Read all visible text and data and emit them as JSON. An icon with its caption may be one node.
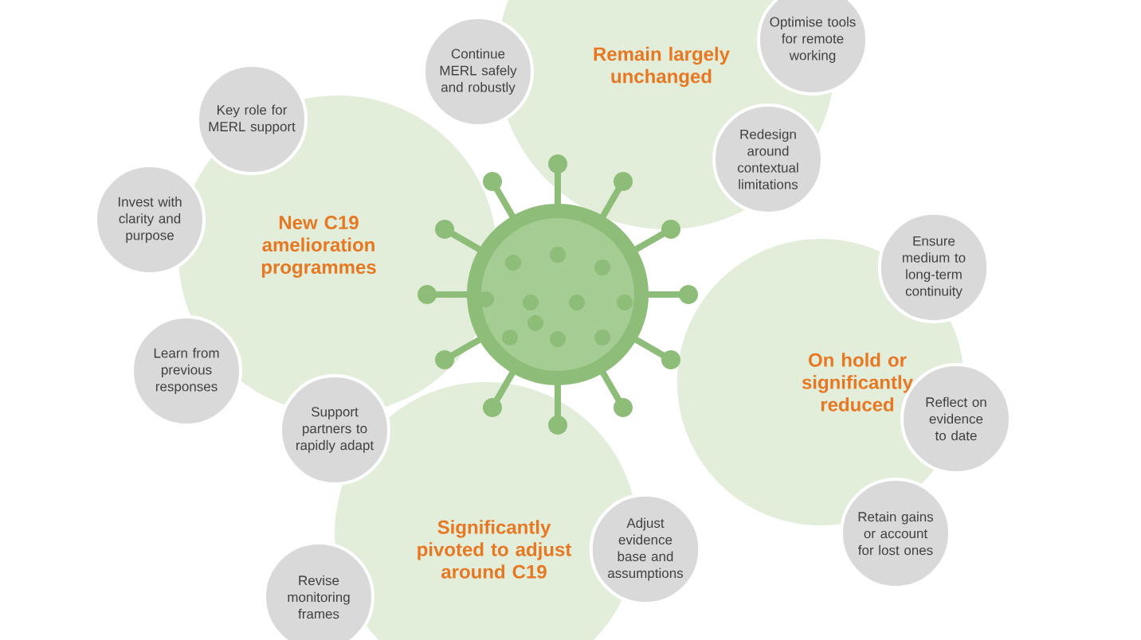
{
  "diagram": {
    "nodes": [
      {
        "text": [
          "Remain largely unchanged"
        ]
      },
      {
        "text": [
          "Continue MERL safely and robustly"
        ]
      },
      {
        "text": [
          "Optimise tools for remote working"
        ]
      },
      {
        "text": [
          "Key role for MERL support"
        ]
      },
      {
        "text": [
          "Redesign around contextual limitations"
        ]
      },
      {
        "text": [
          "Invest with clarity and purpose"
        ]
      },
      {
        "text": [
          "New C19 amelioration programmes"
        ]
      },
      {
        "text": [
          "Ensure medium to long-term continuity"
        ]
      },
      {
        "text": [
          "Learn from previous responses"
        ]
      },
      {
        "text": [
          "On hold or significantly reduced"
        ]
      },
      {
        "text": [
          "Reflect on evidence to date"
        ]
      },
      {
        "text": [
          "Support partners to rapidly adapt"
        ]
      },
      {
        "text": [
          "Significantly pivoted to adjust around C19"
        ]
      },
      {
        "text": [
          "Adjust evidence base and assumptions"
        ]
      },
      {
        "text": [
          "Retain gains or account for lost ones"
        ]
      },
      {
        "text": [
          "Revise monitoring frames"
        ]
      }
    ]
  }
}
